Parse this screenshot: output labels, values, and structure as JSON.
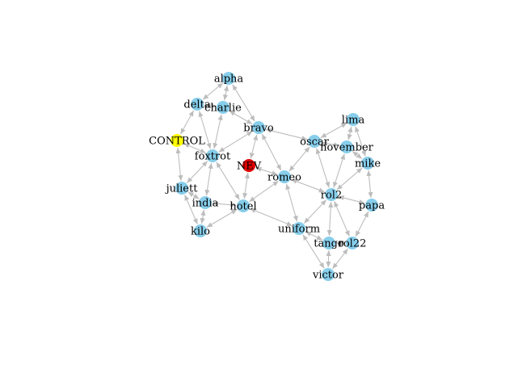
{
  "diagram": {
    "node_color_default": "#87ceeb",
    "node_color_control": "#ffff00",
    "node_color_highlight": "#e00000",
    "edge_color": "#bdbdbd",
    "nodes": [
      {
        "id": "alpha",
        "label": "alpha",
        "role": "default"
      },
      {
        "id": "delta",
        "label": "delta",
        "role": "default"
      },
      {
        "id": "charlie",
        "label": "charlie",
        "role": "default"
      },
      {
        "id": "bravo",
        "label": "bravo",
        "role": "default"
      },
      {
        "id": "CONTROL",
        "label": "CONTROL",
        "role": "control"
      },
      {
        "id": "foxtrot",
        "label": "foxtrot",
        "role": "default"
      },
      {
        "id": "NEV",
        "label": "NEV",
        "role": "highlight"
      },
      {
        "id": "romeo",
        "label": "romeo",
        "role": "default"
      },
      {
        "id": "juliett",
        "label": "juliett",
        "role": "default"
      },
      {
        "id": "india",
        "label": "india",
        "role": "default"
      },
      {
        "id": "hotel",
        "label": "hotel",
        "role": "default"
      },
      {
        "id": "kilo",
        "label": "kilo",
        "role": "default"
      },
      {
        "id": "oscar",
        "label": "oscar",
        "role": "default"
      },
      {
        "id": "lima",
        "label": "lima",
        "role": "default"
      },
      {
        "id": "november",
        "label": "november",
        "role": "default"
      },
      {
        "id": "mike",
        "label": "mike",
        "role": "default"
      },
      {
        "id": "rol2",
        "label": "rol2",
        "role": "default"
      },
      {
        "id": "papa",
        "label": "papa",
        "role": "default"
      },
      {
        "id": "uniform",
        "label": "uniform",
        "role": "default"
      },
      {
        "id": "tango",
        "label": "tango",
        "role": "default"
      },
      {
        "id": "rol22",
        "label": "rol22",
        "role": "default"
      },
      {
        "id": "victor",
        "label": "victor",
        "role": "default"
      }
    ],
    "edges": [
      [
        "alpha",
        "delta"
      ],
      [
        "alpha",
        "charlie"
      ],
      [
        "alpha",
        "bravo"
      ],
      [
        "delta",
        "charlie"
      ],
      [
        "delta",
        "CONTROL"
      ],
      [
        "delta",
        "foxtrot"
      ],
      [
        "charlie",
        "foxtrot"
      ],
      [
        "charlie",
        "bravo"
      ],
      [
        "bravo",
        "foxtrot"
      ],
      [
        "bravo",
        "NEV"
      ],
      [
        "bravo",
        "romeo"
      ],
      [
        "bravo",
        "oscar"
      ],
      [
        "CONTROL",
        "foxtrot"
      ],
      [
        "CONTROL",
        "juliett"
      ],
      [
        "foxtrot",
        "juliett"
      ],
      [
        "foxtrot",
        "india"
      ],
      [
        "foxtrot",
        "hotel"
      ],
      [
        "NEV",
        "romeo"
      ],
      [
        "NEV",
        "hotel"
      ],
      [
        "romeo",
        "hotel"
      ],
      [
        "romeo",
        "oscar"
      ],
      [
        "romeo",
        "rol2"
      ],
      [
        "romeo",
        "uniform"
      ],
      [
        "juliett",
        "india"
      ],
      [
        "juliett",
        "kilo"
      ],
      [
        "india",
        "kilo"
      ],
      [
        "india",
        "hotel"
      ],
      [
        "hotel",
        "kilo"
      ],
      [
        "hotel",
        "uniform"
      ],
      [
        "oscar",
        "lima"
      ],
      [
        "oscar",
        "november"
      ],
      [
        "oscar",
        "rol2"
      ],
      [
        "lima",
        "november"
      ],
      [
        "lima",
        "mike"
      ],
      [
        "november",
        "mike"
      ],
      [
        "november",
        "rol2"
      ],
      [
        "mike",
        "rol2"
      ],
      [
        "mike",
        "papa"
      ],
      [
        "rol2",
        "papa"
      ],
      [
        "rol2",
        "uniform"
      ],
      [
        "rol2",
        "tango"
      ],
      [
        "rol2",
        "rol22"
      ],
      [
        "papa",
        "rol22"
      ],
      [
        "uniform",
        "tango"
      ],
      [
        "uniform",
        "victor"
      ],
      [
        "tango",
        "rol22"
      ],
      [
        "tango",
        "victor"
      ],
      [
        "rol22",
        "victor"
      ]
    ]
  }
}
